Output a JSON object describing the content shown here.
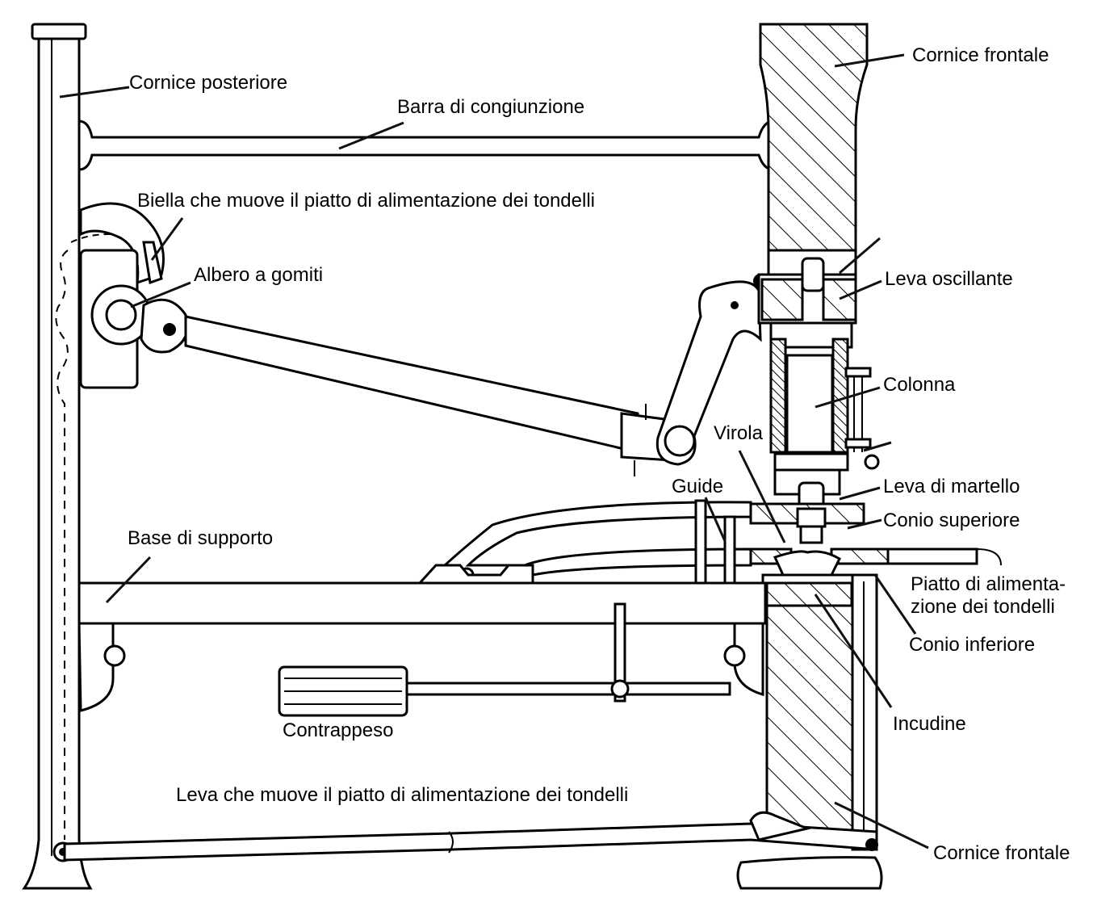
{
  "labels": {
    "cornice_posteriore": "Cornice posteriore",
    "barra_congiunzione": "Barra di congiunzione",
    "cornice_frontale_top": "Cornice frontale",
    "biella": "Biella che muove il piatto di alimentazione dei tondelli",
    "albero_gomiti": "Albero a gomiti",
    "leva_oscillante": "Leva oscillante",
    "colonna": "Colonna",
    "virola": "Virola",
    "guide": "Guide",
    "leva_martello": "Leva di martello",
    "conio_superiore": "Conio superiore",
    "base_supporto": "Base di supporto",
    "piatto_line1": "Piatto di alimenta-",
    "piatto_line2": "zione dei tondelli",
    "conio_inferiore": "Conio inferiore",
    "incudine": "Incudine",
    "contrappeso": "Contrappeso",
    "leva_piatto": "Leva che muove il piatto di alimentazione dei tondelli",
    "cornice_frontale_bottom": "Cornice frontale"
  }
}
